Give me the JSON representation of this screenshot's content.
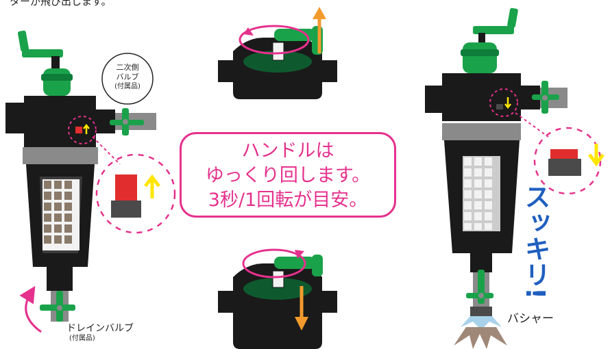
{
  "top_caption": "ターが飛び出します。",
  "sub_valve_label": {
    "line1": "二次側",
    "line2": "バルブ",
    "line3": "(付属品)"
  },
  "handle_note": {
    "line1": "ハンドルは",
    "line2": "ゆっくり回します。",
    "line3": "3秒/1回転が目安。"
  },
  "drain_valve_label": {
    "name": "ドレインバルブ",
    "note": "(付属品)"
  },
  "flush_label": "バシャー",
  "sukkiri_text": "スッキリ!",
  "colors": {
    "body": "#1a1a1a",
    "handle_green": "#1aa24a",
    "cap_green": "#0e7d3a",
    "dark_green": "#0e5a2e",
    "gray": "#8a8a8a",
    "magenta": "#e5318d",
    "orange": "#f39a2d",
    "yellow": "#ffe600",
    "red": "#e12d2d",
    "blue": "#1f5fbf",
    "spray_blue": "#a8d2ea",
    "spray_tan": "#a08878",
    "mesh_brown": "#8a7a6a",
    "mesh_white": "#f2f2f2"
  }
}
